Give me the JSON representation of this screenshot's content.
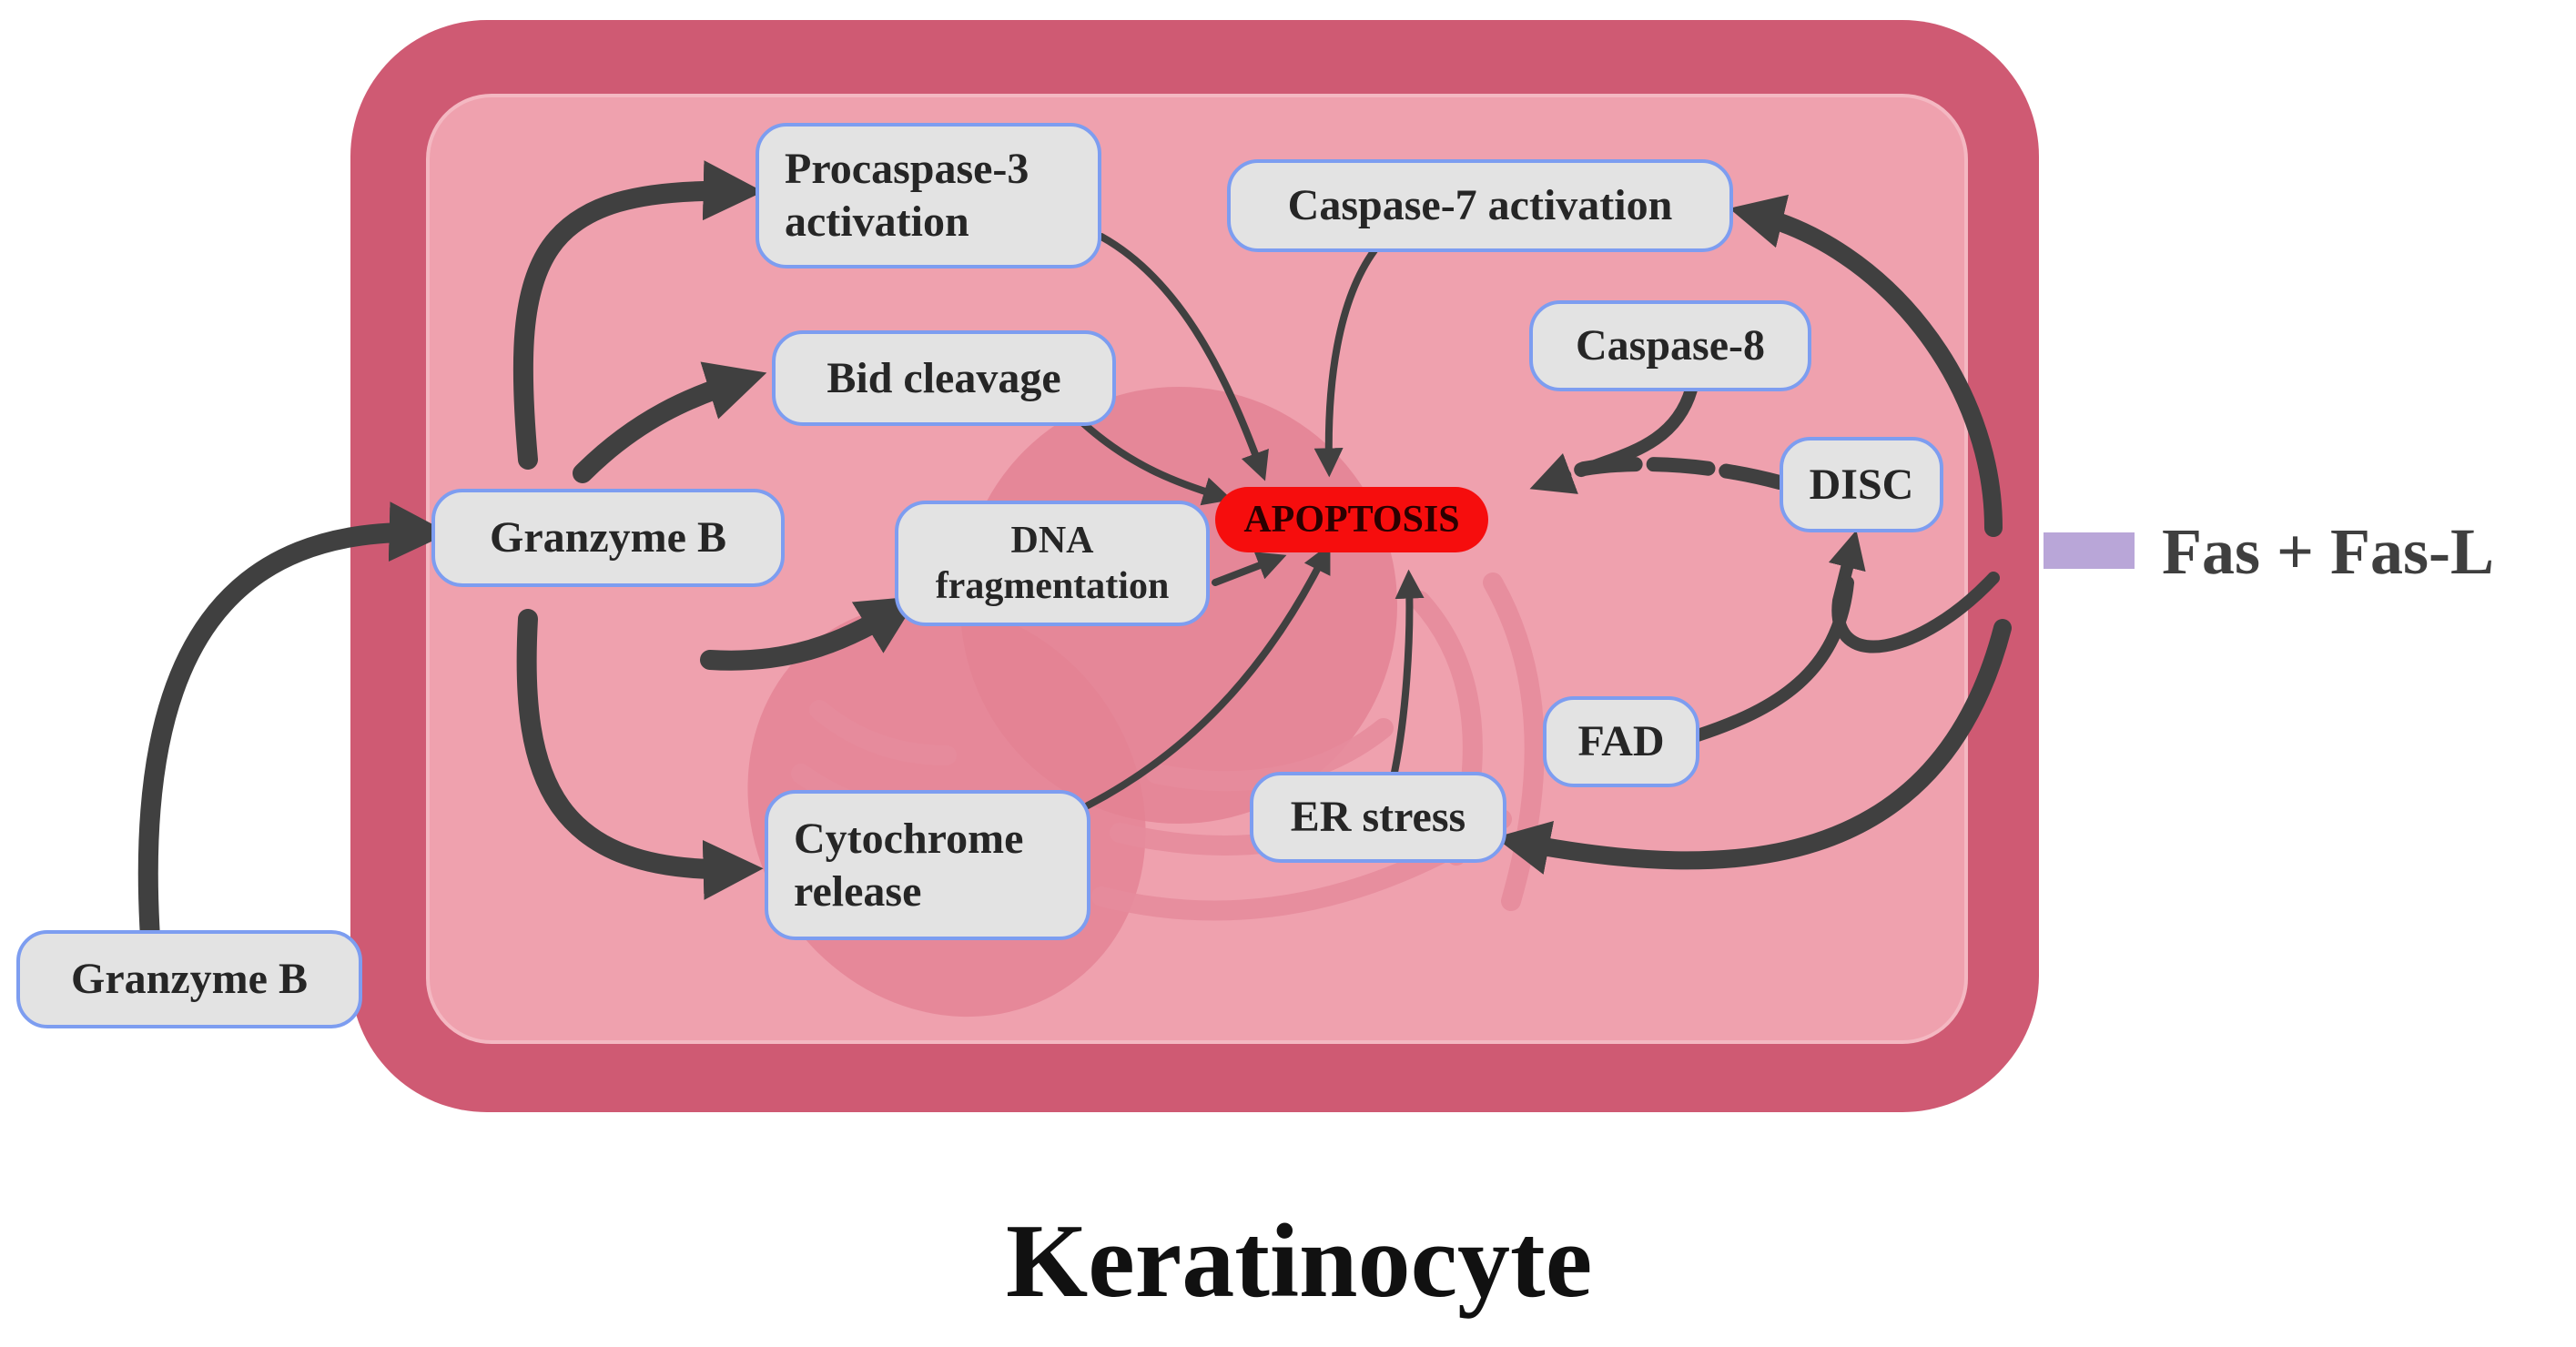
{
  "colors": {
    "cell_wall": "#cf5a73",
    "cytoplasm": "#efa1ae",
    "organelle": "#e38294",
    "label_fill": "#e3e3e3",
    "label_border": "#7d9df0",
    "arrow": "#404040",
    "apoptosis": "#f60d0d",
    "receptor": "#b9a6d8"
  },
  "nodes": {
    "granzyme_outside": "Granzyme B",
    "granzyme_inside": "Granzyme B",
    "procaspase3": "Procaspase-3\nactivation",
    "bid": "Bid cleavage",
    "dna": "DNA\nfragmentation",
    "cytochrome": "Cytochrome\nrelease",
    "apoptosis": "APOPTOSIS",
    "caspase7": "Caspase-7 activation",
    "caspase8": "Caspase-8",
    "disc": "DISC",
    "fad": "FAD",
    "er_stress": "ER stress"
  },
  "external": {
    "fas": "Fas + Fas-L"
  },
  "title": "Keratinocyte"
}
